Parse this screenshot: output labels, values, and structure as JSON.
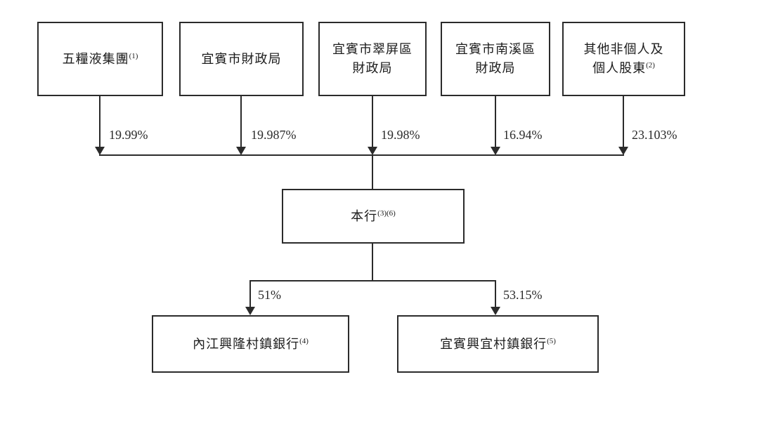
{
  "diagram": {
    "type": "org-shareholding-chart",
    "background": "#ffffff",
    "line_color": "#2b2b2b",
    "text_color": "#1c1c1c",
    "top_nodes": [
      {
        "lines": [
          "五糧液集團"
        ],
        "sup": "(1)",
        "ownership": "19.99%"
      },
      {
        "lines": [
          "宜賓市財政局"
        ],
        "sup": "",
        "ownership": "19.987%"
      },
      {
        "lines": [
          "宜賓市翠屏區",
          "財政局"
        ],
        "sup": "",
        "ownership": "19.98%"
      },
      {
        "lines": [
          "宜賓市南溪區",
          "財政局"
        ],
        "sup": "",
        "ownership": "16.94%"
      },
      {
        "lines": [
          "其他非個人及",
          "個人股東"
        ],
        "sup": "(2)",
        "ownership": "23.103%"
      }
    ],
    "center_node": {
      "label": "本行",
      "sup": "(3)(6)"
    },
    "subsidiary_nodes": [
      {
        "label": "內江興隆村鎮銀行",
        "sup": "(4)",
        "ownership": "51%"
      },
      {
        "label": "宜賓興宜村鎮銀行",
        "sup": "(5)",
        "ownership": "53.15%"
      }
    ]
  }
}
